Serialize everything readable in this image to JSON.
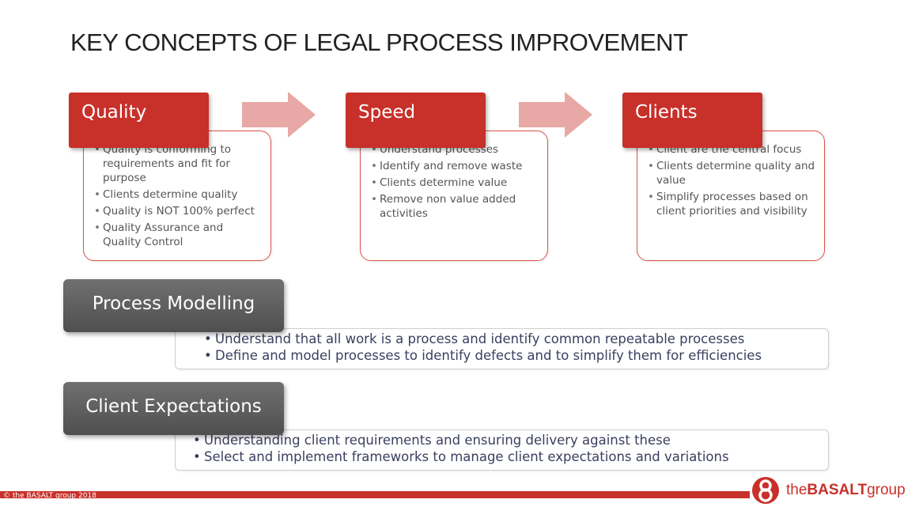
{
  "title": "KEY CONCEPTS OF LEGAL PROCESS IMPROVEMENT",
  "concepts": [
    {
      "label": "Quality",
      "bullets": [
        "Quality is  conforming to requirements and fit for purpose",
        "Clients determine quality",
        "Quality is NOT 100% perfect",
        "Quality Assurance and Quality Control"
      ]
    },
    {
      "label": "Speed",
      "bullets": [
        "Understand processes",
        "Identify and remove waste",
        "Clients determine value",
        "Remove non value added activities"
      ]
    },
    {
      "label": "Clients",
      "bullets": [
        "Client are the central focus",
        "Clients determine quality and value",
        "Simplify processes based on client priorities and visibility"
      ]
    }
  ],
  "sections": [
    {
      "label": "Process Modelling",
      "bullets": [
        "Understand that all work is a process and identify common repeatable processes",
        "Define and model processes to identify defects and to simplify them for efficiencies"
      ]
    },
    {
      "label": "Client Expectations",
      "bullets": [
        "Understanding client requirements and ensuring delivery against these",
        "Select and implement frameworks to manage client expectations and variations"
      ]
    }
  ],
  "footer": {
    "copyright": "© the BASALT group 2018"
  },
  "logo": {
    "prefix": "the",
    "brand": "BASALT",
    "suffix": "group"
  },
  "colors": {
    "accent": "#c8302a",
    "arrow": "#e8a8a5",
    "section_bar": "#5f5f5f"
  }
}
